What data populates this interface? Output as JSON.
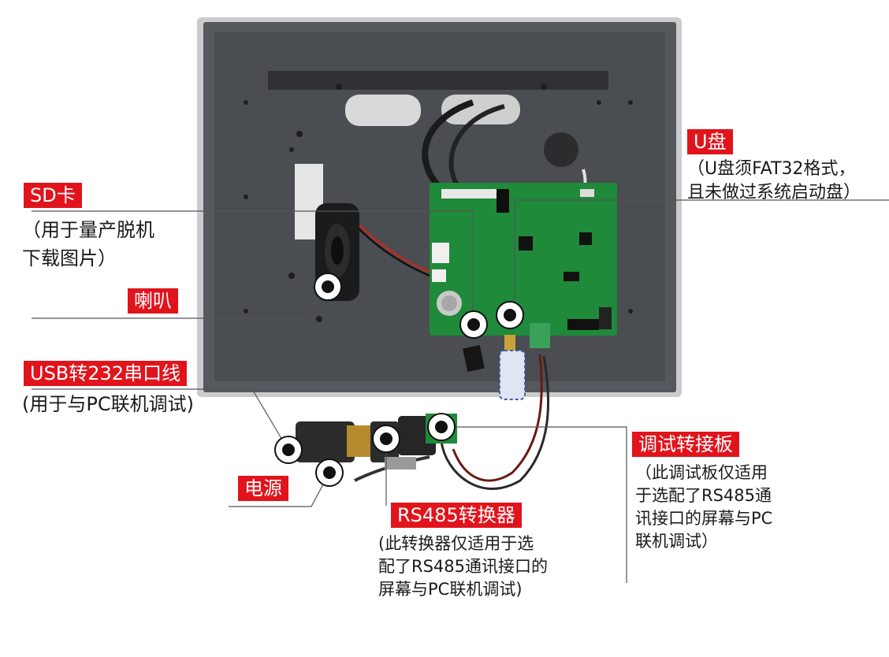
{
  "labels": {
    "u_disk": {
      "title": "U盘",
      "desc": [
        "（U盘须FAT32格式，",
        "且未做过系统启动盘）"
      ]
    },
    "sd_card": {
      "title": "SD卡",
      "desc": [
        "（用于量产脱机",
        "下载图片）"
      ]
    },
    "speaker": {
      "title": "喇叭"
    },
    "usb_cable": {
      "title": "USB转232串口线",
      "desc": [
        "(用于与PC联机调试)"
      ]
    },
    "power": {
      "title": "电源"
    },
    "rs485": {
      "title": "RS485转换器",
      "desc": [
        "(此转换器仅适用于选",
        "配了RS485通讯接口的",
        "屏幕与PC联机调试)"
      ]
    },
    "debug_board": {
      "title": "调试转接板",
      "desc": [
        "（此调试板仅适用",
        "于选配了RS485通",
        "讯接口的屏幕与PC",
        "联机调试）"
      ]
    }
  },
  "colors": {
    "tag_red": "#e1141c",
    "panel_gray": "#4a4d51",
    "pcb_green": "#1f8a3a"
  }
}
